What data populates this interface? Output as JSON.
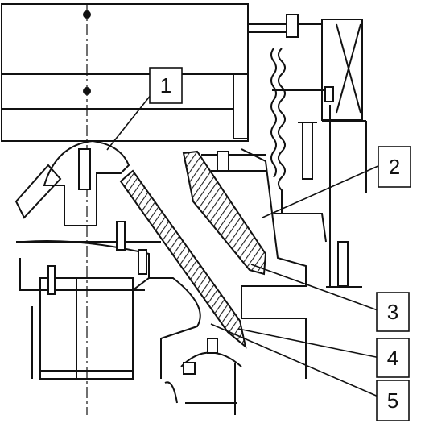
{
  "figure": {
    "colors": {
      "line": "#111111",
      "background": "#ffffff",
      "hatch": "#222222"
    },
    "callouts": [
      {
        "label": "1"
      },
      {
        "label": "2"
      },
      {
        "label": "3"
      },
      {
        "label": "4"
      },
      {
        "label": "5"
      }
    ]
  }
}
